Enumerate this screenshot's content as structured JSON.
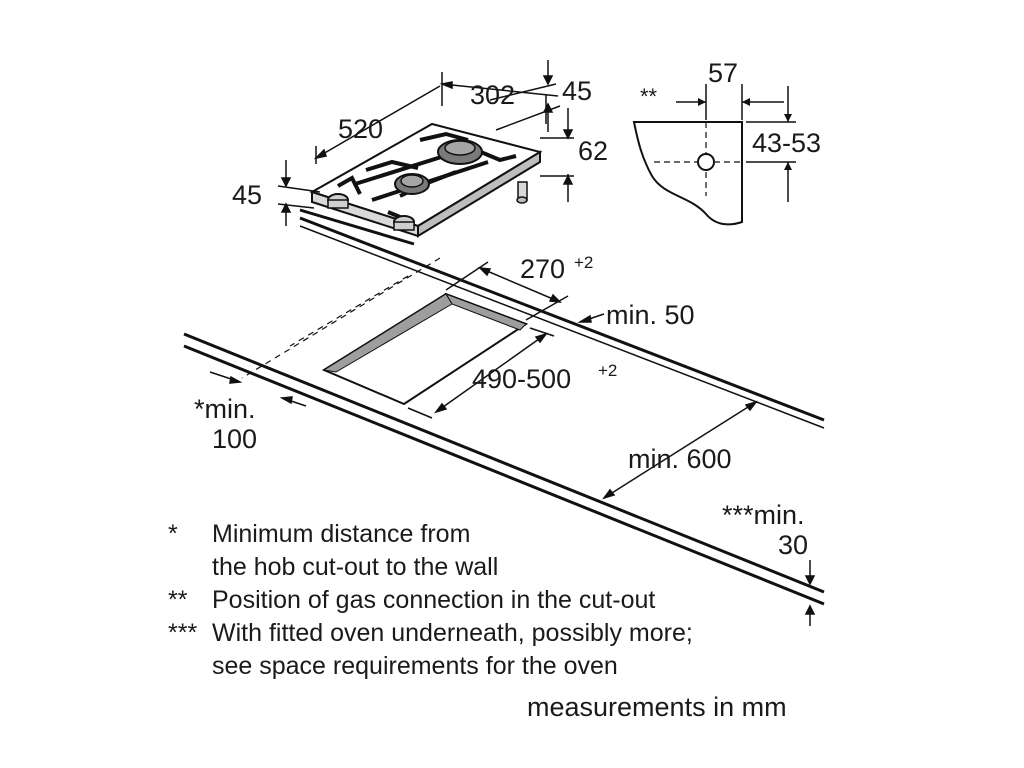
{
  "dimensions": {
    "hob_width": "302",
    "hob_depth": "520",
    "hob_height": "45",
    "hob_height_right": "45",
    "hob_total_height": "62",
    "gas_offset": "57",
    "gas_marker": "**",
    "gas_height_range": "43-53",
    "cutout_width": "270",
    "cutout_width_tol": "+2",
    "cutout_depth": "490-500",
    "cutout_depth_tol": "+2",
    "min_back": "min. 50",
    "min_side_prefix": "*min.",
    "min_side_value": "100",
    "min_worktop_depth": "min. 600",
    "min_oven_prefix": "***min.",
    "min_oven_value": "30"
  },
  "notes": [
    {
      "mark": "*",
      "text": "Minimum distance from\nthe hob cut-out to the wall"
    },
    {
      "mark": "**",
      "text": "Position of gas connection in the cut-out"
    },
    {
      "mark": "***",
      "text": "With fitted oven underneath, possibly more;\nsee space requirements for the oven"
    }
  ],
  "footer": "measurements in mm"
}
